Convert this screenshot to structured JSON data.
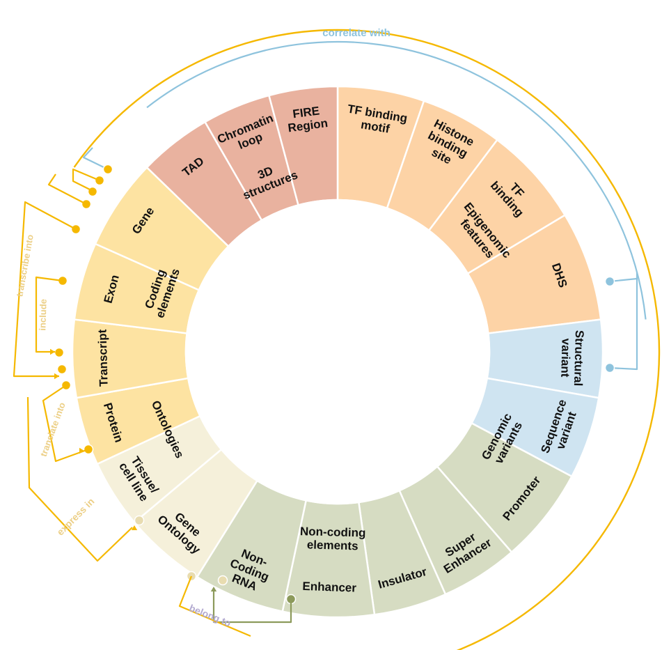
{
  "diagram": {
    "inner_ring": [
      {
        "id": "epigenomic",
        "label": [
          "Epigenomic",
          "features"
        ],
        "color": "#f49426"
      },
      {
        "id": "genomic",
        "label": [
          "Genomic",
          "variants"
        ],
        "color": "#8ec3dd"
      },
      {
        "id": "noncoding-elements",
        "label": [
          "Non-coding",
          "elements"
        ],
        "color": "#a2b17b"
      },
      {
        "id": "ontologies",
        "label": [
          "Ontologies"
        ],
        "color": "#eadfb2"
      },
      {
        "id": "coding",
        "label": [
          "Coding",
          "elements"
        ],
        "color": "#fcc314"
      },
      {
        "id": "3d",
        "label": [
          "3D",
          "structures"
        ],
        "color": "#ce5644"
      }
    ],
    "outer_ring": [
      {
        "id": "tf-motif",
        "label": [
          "TF binding",
          "motif"
        ],
        "group": "epigenomic"
      },
      {
        "id": "histone",
        "label": [
          "Histone",
          "binding",
          "site"
        ],
        "group": "epigenomic"
      },
      {
        "id": "tf-binding",
        "label": [
          "TF",
          "binding"
        ],
        "group": "epigenomic"
      },
      {
        "id": "dhs",
        "label": [
          "DHS"
        ],
        "group": "epigenomic"
      },
      {
        "id": "structural",
        "label": [
          "Structural",
          "variant"
        ],
        "group": "genomic"
      },
      {
        "id": "sequence",
        "label": [
          "Sequence",
          "variant"
        ],
        "group": "genomic"
      },
      {
        "id": "promoter",
        "label": [
          "Promoter"
        ],
        "group": "noncoding-elements"
      },
      {
        "id": "super-enhancer",
        "label": [
          "Super",
          "Enhancer"
        ],
        "group": "noncoding-elements"
      },
      {
        "id": "insulator",
        "label": [
          "Insulator"
        ],
        "group": "noncoding-elements"
      },
      {
        "id": "enhancer",
        "label": [
          "Enhancer"
        ],
        "group": "noncoding-elements"
      },
      {
        "id": "ncrna",
        "label": [
          "Non-",
          "Coding",
          "RNA"
        ],
        "group": "noncoding-elements"
      },
      {
        "id": "gene-ontology",
        "label": [
          "Gene",
          "Ontology"
        ],
        "group": "ontologies"
      },
      {
        "id": "tissue",
        "label": [
          "Tissue/",
          "cell line"
        ],
        "group": "ontologies"
      },
      {
        "id": "protein",
        "label": [
          "Protein"
        ],
        "group": "coding"
      },
      {
        "id": "transcript",
        "label": [
          "Transcript"
        ],
        "group": "coding"
      },
      {
        "id": "exon",
        "label": [
          "Exon"
        ],
        "group": "coding"
      },
      {
        "id": "gene",
        "label": [
          "Gene"
        ],
        "group": "coding"
      },
      {
        "id": "tad",
        "label": [
          "TAD"
        ],
        "group": "3d"
      },
      {
        "id": "chromatin-loop",
        "label": [
          "Chromatin",
          "loop"
        ],
        "group": "3d"
      },
      {
        "id": "fire",
        "label": [
          "FIRE",
          "Region"
        ],
        "group": "3d"
      }
    ],
    "outer_colors": {
      "epigenomic": "#fdd3a6",
      "genomic": "#cfe4f1",
      "noncoding-elements": "#d6dcc2",
      "ontologies": "#f5f0da",
      "coding": "#fde3a2",
      "3d": "#e9b29f"
    },
    "relations": [
      {
        "id": "correlate-with",
        "label": "correlate with",
        "color": "#8ec3dd"
      },
      {
        "id": "transcribe-into",
        "label": "transcribe into",
        "color": "#eccf86"
      },
      {
        "id": "include",
        "label": "include",
        "color": "#eccf86"
      },
      {
        "id": "translate-into",
        "label": "translate into",
        "color": "#eccf86"
      },
      {
        "id": "express-in",
        "label": "express in",
        "color": "#eccf86"
      },
      {
        "id": "belong-to",
        "label": "belong to",
        "color": "#b3aad0"
      }
    ],
    "connector_colors": {
      "gold": "#f5b800",
      "blue": "#8ec3dd",
      "cream": "#e8dcb0",
      "olive": "#8c9a5b"
    }
  }
}
